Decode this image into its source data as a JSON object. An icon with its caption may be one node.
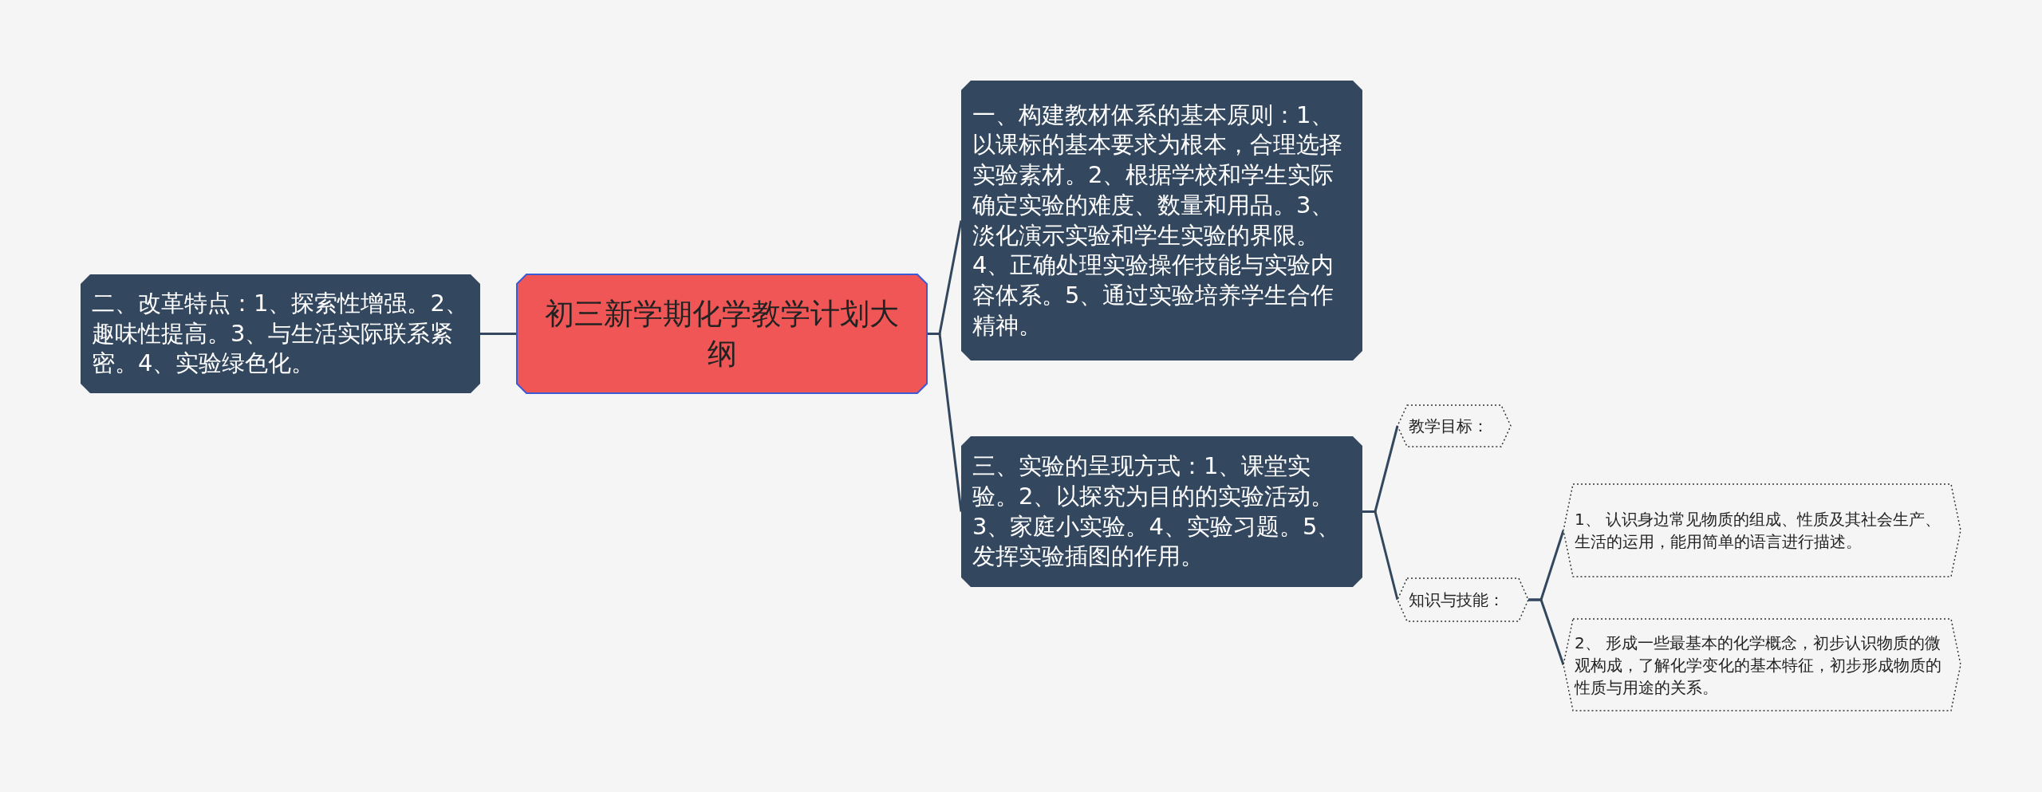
{
  "diagram": {
    "nodes": [
      {
        "text": [
          "初三新学期化学教学计划大纲"
        ]
      },
      {
        "text": [
          "二、改革特点：1、探索性增强。2、趣味性提高。3、与生活实际联系紧密。4、实验绿色化。"
        ]
      },
      {
        "text": [
          "一、构建教材体系的基本原则：1、以课标的基本要求为根本，合理选择实验素材。2、根据学校和学生实际确定实验的难度、数量和用品。3、淡化演示实验和学生实验的界限。4、正确处理实验操作技能与实验内容体系。5、通过实验培养学生合作精神。"
        ]
      },
      {
        "text": [
          "三、实验的呈现方式：1、课堂实验。2、以探究为目的的实验活动。3、家庭小实验。4、实验习题。5、发挥实验插图的作用。"
        ]
      },
      {
        "text": [
          "教学目标："
        ]
      },
      {
        "text": [
          "知识与技能："
        ]
      },
      {
        "text": [
          "1、 认识身边常见物质的组成、性质及其社会生产、生活的运用，能用简单的语言进行描述。"
        ]
      },
      {
        "text": [
          "2、 形成一些最基本的化学概念，初步认识物质的微观构成，了解化学变化的基本特征，初步形成物质的性质与用途的关系。"
        ]
      }
    ],
    "edges": [
      {
        "from": 0,
        "to": 1,
        "arrow": "none"
      },
      {
        "from": 0,
        "to": 2,
        "arrow": "none"
      },
      {
        "from": 0,
        "to": 3,
        "arrow": "none"
      },
      {
        "from": 3,
        "to": 4,
        "arrow": "none"
      },
      {
        "from": 3,
        "to": 5,
        "arrow": "none"
      },
      {
        "from": 5,
        "to": 6,
        "arrow": "none"
      },
      {
        "from": 5,
        "to": 7,
        "arrow": "none"
      }
    ]
  }
}
